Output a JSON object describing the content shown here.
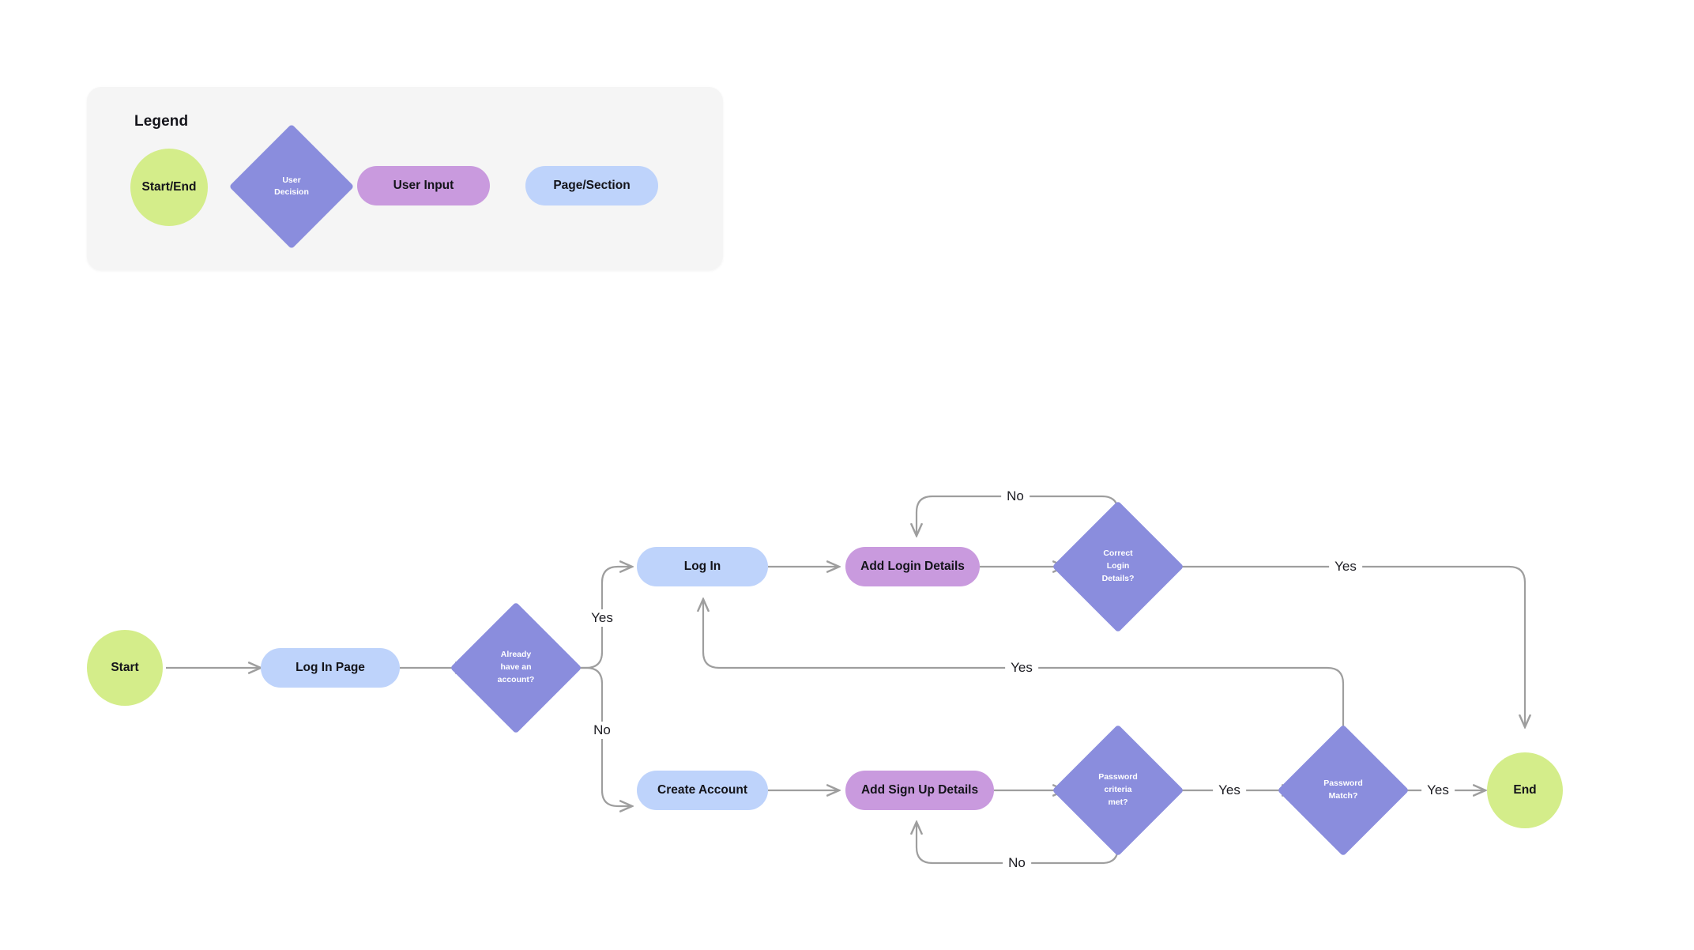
{
  "legend": {
    "title": "Legend",
    "items": [
      {
        "label": "Start/End",
        "shape": "circle",
        "color": "#d4ed8a"
      },
      {
        "label_line1": "User",
        "label_line2": "Decision",
        "shape": "diamond",
        "color": "#8a8ddd"
      },
      {
        "label": "User Input",
        "shape": "pill",
        "color": "#c99ade"
      },
      {
        "label": "Page/Section",
        "shape": "pill",
        "color": "#bed3fb"
      }
    ]
  },
  "flowchart": {
    "nodes": {
      "start": {
        "label": "Start",
        "type": "terminal"
      },
      "login_page": {
        "label": "Log In Page",
        "type": "page"
      },
      "have_account": {
        "line1": "Already",
        "line2": "have an",
        "line3": "account?",
        "type": "decision"
      },
      "log_in": {
        "label": "Log In",
        "type": "page"
      },
      "add_login": {
        "label": "Add Login Details",
        "type": "input"
      },
      "correct_login": {
        "line1": "Correct",
        "line2": "Login",
        "line3": "Details?",
        "type": "decision"
      },
      "create_account": {
        "label": "Create Account",
        "type": "page"
      },
      "add_signup": {
        "label": "Add Sign Up Details",
        "type": "input"
      },
      "pwd_criteria": {
        "line1": "Password",
        "line2": "criteria",
        "line3": "met?",
        "type": "decision"
      },
      "pwd_match": {
        "line1": "Password",
        "line2": "Match?",
        "type": "decision"
      },
      "end": {
        "label": "End",
        "type": "terminal"
      }
    },
    "edge_labels": {
      "have_account_yes": "Yes",
      "have_account_no": "No",
      "correct_login_no": "No",
      "correct_login_yes": "Yes",
      "pwd_criteria_no": "No",
      "pwd_criteria_yes": "Yes",
      "pwd_match_yes_end": "Yes",
      "pwd_match_yes_login": "Yes"
    },
    "colors": {
      "terminal": "#d4ed8a",
      "decision": "#8a8ddd",
      "input": "#c99ade",
      "page": "#bed3fb",
      "edge": "#9e9e9e",
      "panel": "#f5f5f5"
    }
  }
}
